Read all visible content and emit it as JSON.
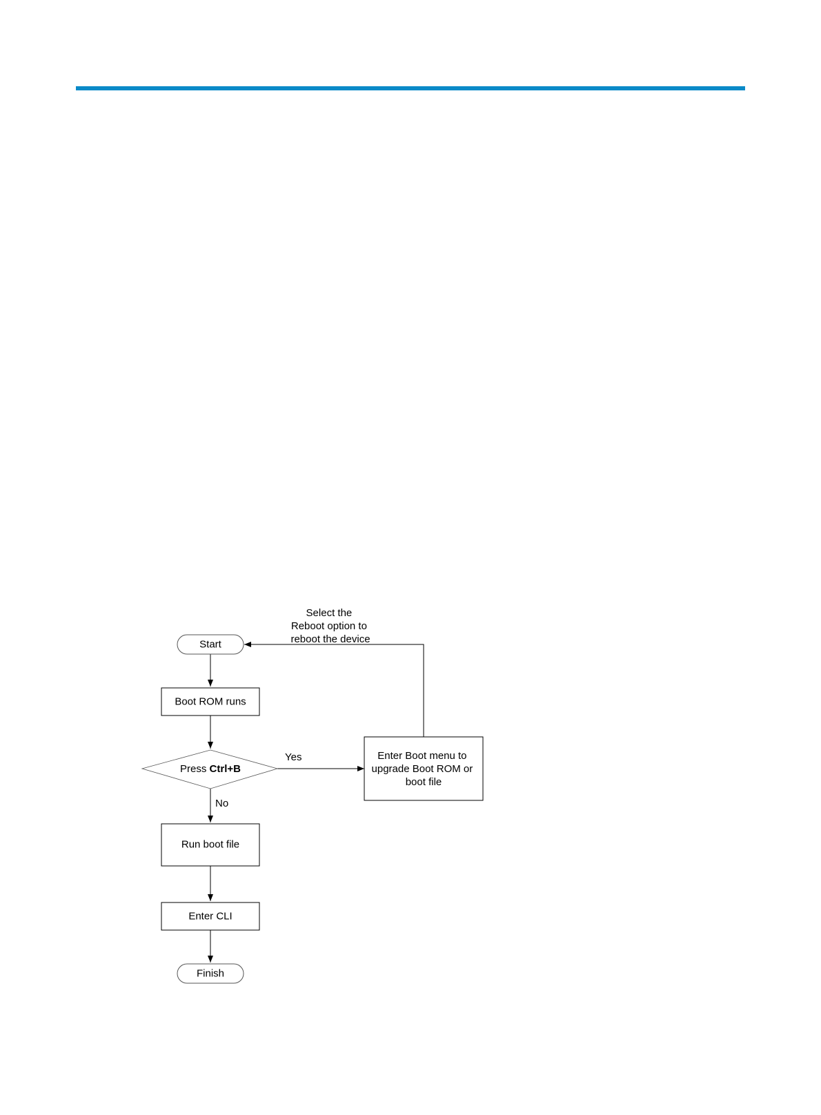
{
  "colors": {
    "header_rule": "#0a8ac8",
    "stroke": "#000000",
    "text": "#000000"
  },
  "flowchart": {
    "start": "Start",
    "boot_rom_runs": "Boot ROM runs",
    "decision_prefix": "Press ",
    "decision_key": "Ctrl+B",
    "yes_label": "Yes",
    "no_label": "No",
    "boot_menu": [
      "Enter Boot menu to",
      "upgrade Boot ROM or",
      "boot file"
    ],
    "run_boot_file": "Run boot file",
    "enter_cli": "Enter CLI",
    "finish": "Finish",
    "reboot_note": [
      "Select the",
      "Reboot option to",
      "reboot the device"
    ]
  }
}
